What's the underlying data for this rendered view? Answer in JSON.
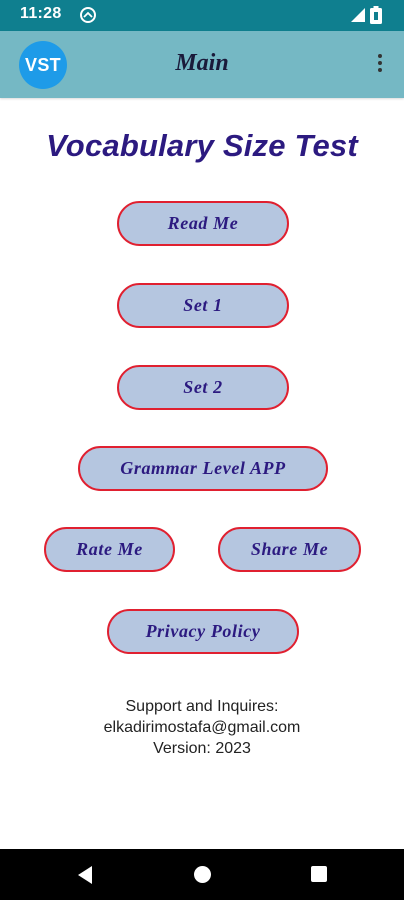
{
  "status_bar": {
    "time": "11:28",
    "icons": [
      "sync-icon",
      "signal-icon",
      "battery-icon"
    ]
  },
  "app_bar": {
    "logo_text": "VST",
    "title": "Main",
    "menu_icon": "overflow-menu-icon"
  },
  "main": {
    "heading": "Vocabulary Size Test",
    "buttons": {
      "read_me": "Read Me",
      "set1": "Set 1",
      "set2": "Set 2",
      "grammar": "Grammar Level APP",
      "rate": "Rate Me",
      "share": "Share Me",
      "privacy": "Privacy Policy"
    },
    "info": {
      "line1": "Support and Inquires:",
      "line2": "elkadirimostafa@gmail.com",
      "line3": "Version: 2023"
    }
  },
  "nav_bar": {
    "icons": [
      "back-icon",
      "home-icon",
      "recents-icon"
    ]
  },
  "colors": {
    "status_bar": "#0f7f8f",
    "app_bar": "#75b8c4",
    "logo": "#1e9be8",
    "heading": "#2c1a80",
    "button_fill": "#b5c6e0",
    "button_border": "#e02030"
  }
}
